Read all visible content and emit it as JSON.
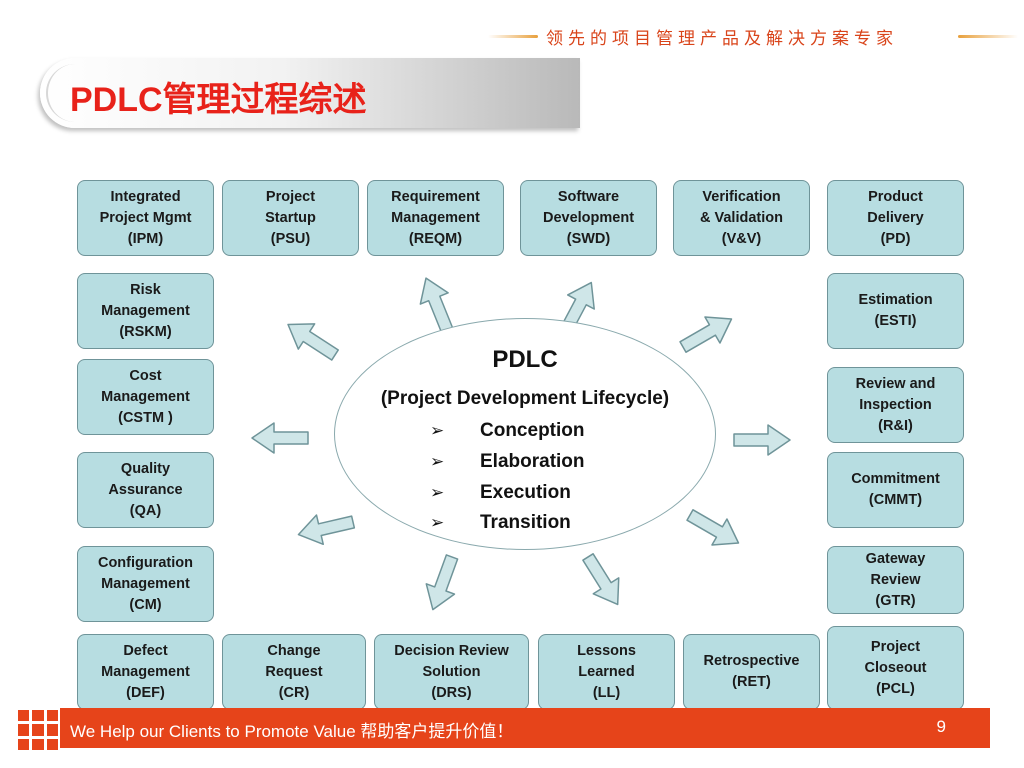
{
  "header": {
    "tagline": "领先的项目管理产品及解决方案专家",
    "title": "PDLC管理过程综述"
  },
  "center": {
    "title": "PDLC",
    "subtitle": "(Project Development Lifecycle)",
    "bullet_symbol": "➢",
    "phases": [
      "Conception",
      "Elaboration",
      "Execution",
      "Transition"
    ]
  },
  "boxes": {
    "ipm": [
      "Integrated",
      "Project Mgmt",
      "(IPM)"
    ],
    "psu": [
      "Project",
      "Startup",
      "(PSU)"
    ],
    "reqm": [
      "Requirement",
      "Management",
      "(REQM)"
    ],
    "swd": [
      "Software",
      "Development",
      "(SWD)"
    ],
    "vv": [
      "Verification",
      "& Validation",
      "(V&V)"
    ],
    "pd": [
      "Product",
      "Delivery",
      "(PD)"
    ],
    "rskm": [
      "Risk",
      "Management",
      "(RSKM)"
    ],
    "cstm": [
      "Cost",
      "Management",
      "(CSTM )"
    ],
    "qa": [
      "Quality",
      "Assurance",
      "(QA)"
    ],
    "cm": [
      "Configuration",
      "Management",
      "(CM)"
    ],
    "def": [
      "Defect",
      "Management",
      "(DEF)"
    ],
    "cr": [
      "Change",
      "Request",
      "(CR)"
    ],
    "drs": [
      "Decision Review",
      "Solution",
      "(DRS)"
    ],
    "ll": [
      "Lessons",
      "Learned",
      "(LL)"
    ],
    "ret": [
      "Retrospective",
      "(RET)"
    ],
    "pcl": [
      "Project",
      "Closeout",
      "(PCL)"
    ],
    "gtr": [
      "Gateway",
      "Review",
      "(GTR)"
    ],
    "cmmt": [
      "Commitment",
      "(CMMT)"
    ],
    "ri": [
      "Review and",
      "Inspection",
      "(R&I)"
    ],
    "esti": [
      "Estimation",
      "(ESTI)"
    ]
  },
  "footer": {
    "slogan": "We Help our Clients to Promote Value 帮助客户提升价值！",
    "page_number": "9"
  },
  "colors": {
    "accent": "#e6441a",
    "title_red": "#e8221a",
    "box_fill": "#b7dde1",
    "box_border": "#6f9499",
    "arrow_fill": "#cfe6e8"
  }
}
